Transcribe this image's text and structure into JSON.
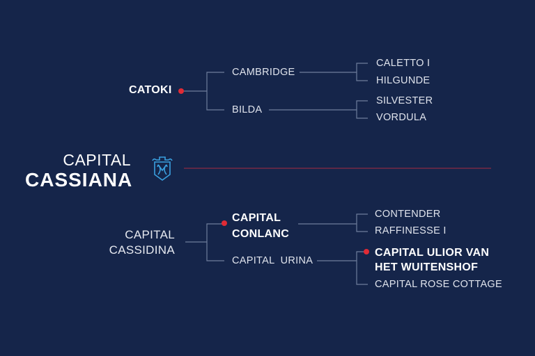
{
  "colors": {
    "background": "#15254a",
    "accent_dot": "#e02b35",
    "divider_line": "#8a2a45",
    "connector_line": "#6f7d9c",
    "crest": "#3aa0e0"
  },
  "title": {
    "line1": "CAPITAL",
    "line2": "CASSIANA",
    "crest_icon": "shield-crest-icon"
  },
  "sire": {
    "name": "CATOKI",
    "highlighted": true,
    "parents": [
      {
        "name": "CAMBRIDGE",
        "parents": [
          "CALETTO I",
          "HILGUNDE"
        ]
      },
      {
        "name": "BILDA",
        "parents": [
          "SILVESTER",
          "VORDULA"
        ]
      }
    ]
  },
  "dam": {
    "name_line1": "CAPITAL",
    "name_line2": "CASSIDINA",
    "parents": [
      {
        "name_line1": "CAPITAL",
        "name_line2": "CONLANC",
        "highlighted": true,
        "parents": [
          "CONTENDER",
          "RAFFINESSE I"
        ]
      },
      {
        "name": "CAPITAL  URINA",
        "parents": [
          {
            "name_line1": "CAPITAL ULIOR VAN",
            "name_line2": "HET WUITENSHOF",
            "highlighted": true
          },
          {
            "name": "CAPITAL ROSE COTTAGE"
          }
        ]
      }
    ]
  }
}
